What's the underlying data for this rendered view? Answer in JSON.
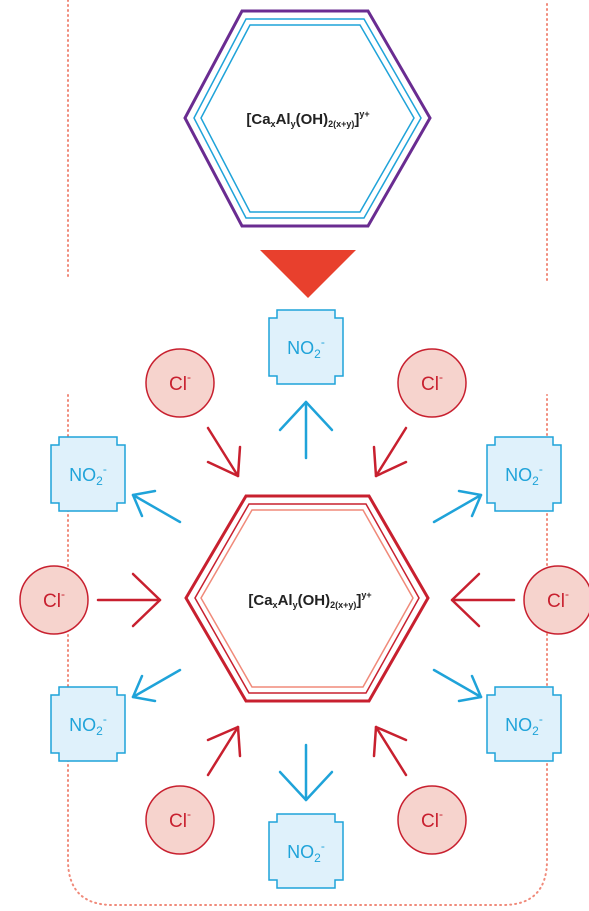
{
  "colors": {
    "purple": "#6a2c91",
    "blue": "#1fa3d9",
    "blue_fill": "#dff1fb",
    "red": "#c8202f",
    "red_fill": "#f6d3cd",
    "red_arrow": "#e8402d",
    "border_dots": "#f08a7a"
  },
  "top_compound": {
    "formula": {
      "ca": "Ca",
      "x": "x",
      "al": "Al",
      "y": "y",
      "oh": "(OH)",
      "sub": "2(x+y)",
      "charge": "y+"
    }
  },
  "bottom_compound": {
    "formula": {
      "ca": "Ca",
      "x": "x",
      "al": "Al",
      "y": "y",
      "oh": "(OH)",
      "sub": "2(x+y)",
      "charge": "y+"
    }
  },
  "ions": {
    "nitrite": {
      "base": "NO",
      "sub": "2",
      "charge": "-"
    },
    "chloride": {
      "base": "Cl",
      "charge": "-"
    }
  }
}
